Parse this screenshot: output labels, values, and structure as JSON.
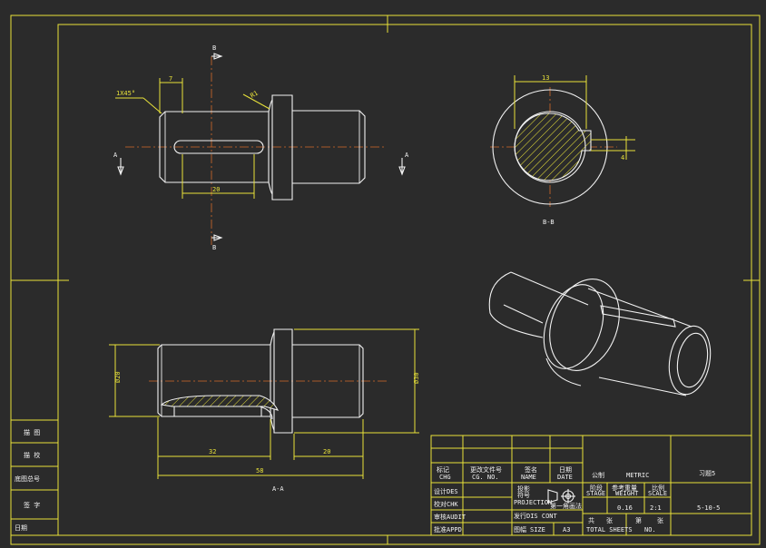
{
  "front_view": {
    "chamfer": "1X45°",
    "dim_chamfer_len": "7",
    "dim_radius": "R1",
    "dim_slot_len": "20",
    "section_mark_a": "A",
    "section_mark_b": "B"
  },
  "section_bb": {
    "dim_width": "13",
    "dim_depth": "4",
    "caption": "B-B"
  },
  "section_aa": {
    "dim_dia_small": "Ø20",
    "dim_dia_large": "Ø30",
    "dim_shaft_len": "32",
    "dim_collar_right": "20",
    "dim_total": "58",
    "caption": "A-A"
  },
  "left_stamp": [
    "描 图",
    "描 校",
    "底图总号",
    "签 字",
    "日期"
  ],
  "title_block": {
    "standard_label": "公制",
    "standard_value": "METRIC",
    "drawing_title": "习题5",
    "drawing_number": "5-10-5",
    "mod_mark_top": "标记",
    "mod_mark_bottom": "CHG",
    "doc_no_top": "更改文件号",
    "doc_no_bottom": "CG. NO.",
    "sign_top": "签名",
    "sign_bottom": "NAME",
    "date_top": "日期",
    "date_bottom": "DATE",
    "rows": [
      {
        "top": "设计",
        "bottom": "DES"
      },
      {
        "top": "校对",
        "bottom": "CHK"
      },
      {
        "top": "审核",
        "bottom": "AUDIT"
      },
      {
        "top": "批准",
        "bottom": "APPD"
      }
    ],
    "projection_top": "投影",
    "projection_mid": "符号",
    "projection_bottom": "PROJECTION",
    "projection_note": "第一角画法",
    "issue": "发行",
    "issue_bottom": "DIS CONT",
    "size_top": "图幅",
    "size_bottom": "SIZE",
    "size_value": "A3",
    "stage_top": "阶段",
    "stage_bottom": "STAGE",
    "weight_top": "参考重量",
    "weight_bottom": "WEIGHT",
    "scale_top": "比例",
    "scale_bottom": "SCALE",
    "weight_value": "0.16",
    "scale_value": "2:1",
    "sheets_top": "共",
    "sheets_mid": "张",
    "sheets_no": "第",
    "sheets_no_end": "张",
    "sheets_bottom": "TOTAL SHEETS",
    "sheet_no_bottom": "NO."
  }
}
